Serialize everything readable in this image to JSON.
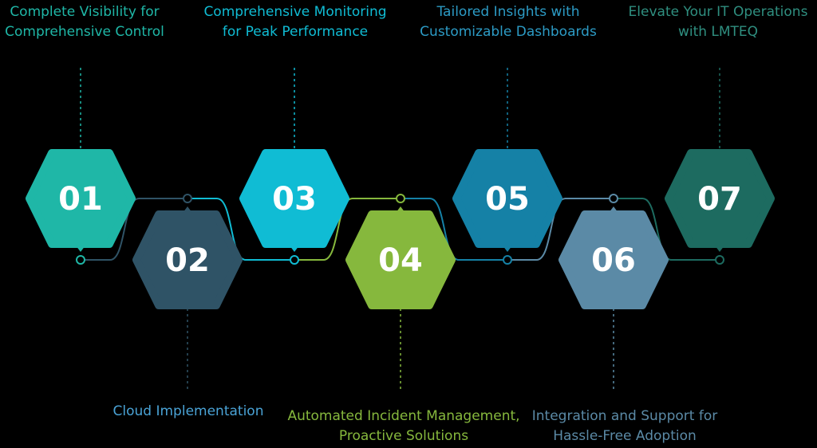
{
  "steps": [
    {
      "number": "01",
      "label": "Complete Visibility for\nComprehensive Control",
      "color": "#1fb7a7",
      "text_color": "#1fb7a7"
    },
    {
      "number": "02",
      "label": "Cloud Implementation",
      "color": "#2f5366",
      "text_color": "#4aa3d6"
    },
    {
      "number": "03",
      "label": "Comprehensive Monitoring\nfor Peak Performance",
      "color": "#10bcd4",
      "text_color": "#10bcd4"
    },
    {
      "number": "04",
      "label": "Automated Incident Management,\nProactive Solutions",
      "color": "#86b83d",
      "text_color": "#86b83d"
    },
    {
      "number": "05",
      "label": "Tailored Insights with\nCustomizable Dashboards",
      "color": "#1581a6",
      "text_color": "#2c9bc5"
    },
    {
      "number": "06",
      "label": "Integration and Support for\nHassle-Free Adoption",
      "color": "#5b8aa6",
      "text_color": "#5b8aa6"
    },
    {
      "number": "07",
      "label": "Elevate Your IT Operations\nwith LMTEQ",
      "color": "#1d6b60",
      "text_color": "#2f8f80"
    }
  ]
}
